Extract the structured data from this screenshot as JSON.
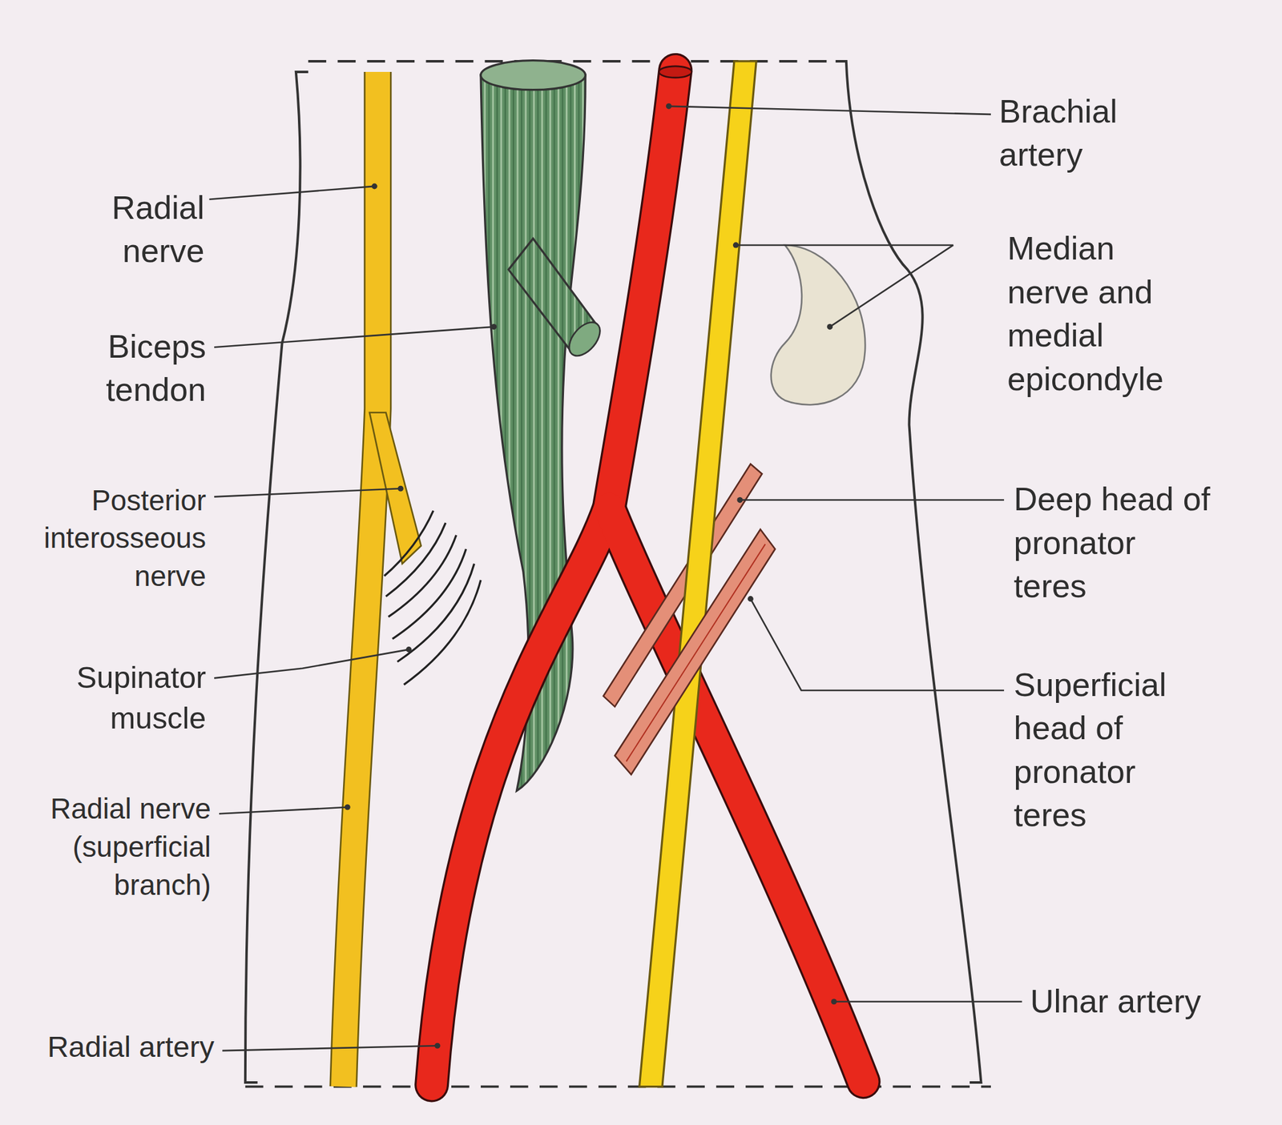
{
  "diagram": {
    "labels": [
      "Radial nerve",
      "Biceps tendon",
      "Posterior interosseous nerve",
      "Supinator muscle",
      "Radial nerve (superficial branch)",
      "Radial artery",
      "Brachial artery",
      "Median nerve and medial epicondyle",
      "Deep head of pronator teres",
      "Superficial head of pronator teres",
      "Ulnar artery"
    ]
  }
}
